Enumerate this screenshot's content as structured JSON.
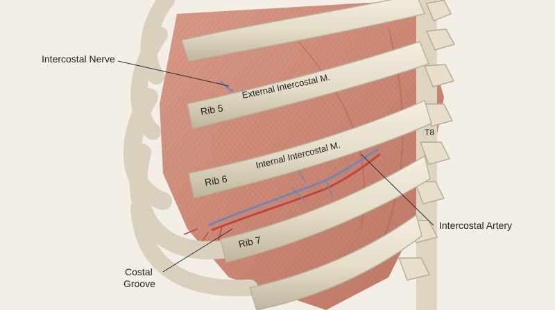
{
  "labels": {
    "intercostal_nerve": "Intercostal Nerve",
    "external_intercostal": "External Intercostal M.",
    "internal_intercostal": "Internal Intercostal M.",
    "rib5": "Rib 5",
    "rib6": "Rib 6",
    "rib7": "Rib 7",
    "t8": "T8",
    "intercostal_artery": "Intercostal Artery",
    "costal_groove_line1": "Costal",
    "costal_groove_line2": "Groove"
  },
  "colors": {
    "background": "#f4efe6",
    "bone": "#e8e1cf",
    "bone_shadow": "#b9b19c",
    "muscle": "#cf8f7c",
    "muscle_dark": "#a9604f",
    "nerve": "#6f86b3",
    "artery": "#c2443a"
  }
}
